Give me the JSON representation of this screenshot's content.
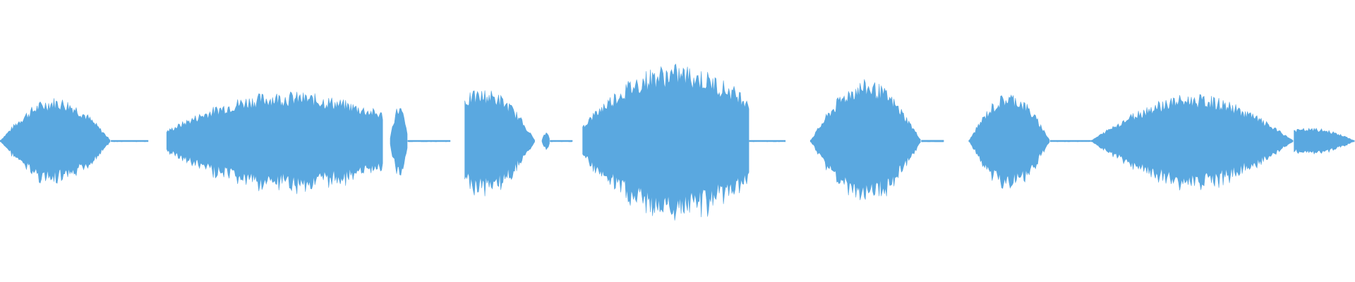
{
  "waveform": {
    "color": "#5aa8e0",
    "background": "#ffffff",
    "segments": [
      {
        "start": 0.0,
        "end": 0.082,
        "peak": 0.3,
        "shape": "bump"
      },
      {
        "start": 0.082,
        "end": 0.11,
        "peak": 0.01,
        "shape": "flat"
      },
      {
        "start": 0.123,
        "end": 0.283,
        "peak": 0.4,
        "shape": "rise"
      },
      {
        "start": 0.288,
        "end": 0.301,
        "peak": 0.25,
        "shape": "burst"
      },
      {
        "start": 0.301,
        "end": 0.333,
        "peak": 0.01,
        "shape": "flat"
      },
      {
        "start": 0.343,
        "end": 0.395,
        "peak": 0.4,
        "shape": "fall"
      },
      {
        "start": 0.4,
        "end": 0.406,
        "peak": 0.06,
        "shape": "burst"
      },
      {
        "start": 0.406,
        "end": 0.423,
        "peak": 0.01,
        "shape": "flat"
      },
      {
        "start": 0.43,
        "end": 0.553,
        "peak": 0.62,
        "shape": "rise"
      },
      {
        "start": 0.553,
        "end": 0.58,
        "peak": 0.01,
        "shape": "flat"
      },
      {
        "start": 0.598,
        "end": 0.68,
        "peak": 0.42,
        "shape": "bump"
      },
      {
        "start": 0.68,
        "end": 0.697,
        "peak": 0.02,
        "shape": "flat"
      },
      {
        "start": 0.715,
        "end": 0.775,
        "peak": 0.33,
        "shape": "bump"
      },
      {
        "start": 0.775,
        "end": 0.805,
        "peak": 0.01,
        "shape": "flat"
      },
      {
        "start": 0.805,
        "end": 0.955,
        "peak": 0.32,
        "shape": "bump"
      },
      {
        "start": 0.955,
        "end": 1.0,
        "peak": 0.1,
        "shape": "fall"
      }
    ]
  }
}
